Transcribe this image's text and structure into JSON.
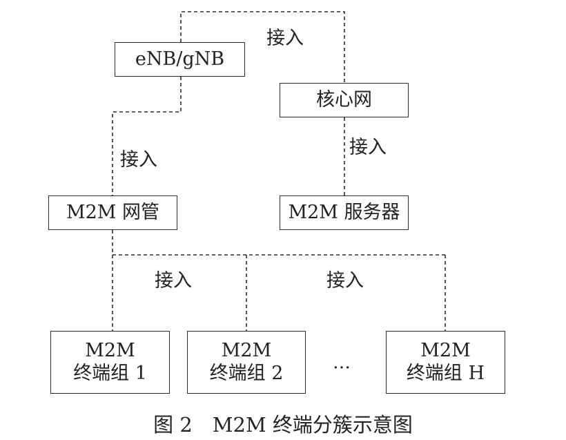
{
  "nodes": {
    "enb": "eNB/gNB",
    "core": "核心网",
    "gateway": "M2M 网管",
    "server": "M2M 服务器",
    "group1": {
      "line1": "M2M",
      "line2": "终端组 1"
    },
    "group2": {
      "line1": "M2M",
      "line2": "终端组 2"
    },
    "groupH": {
      "line1": "M2M",
      "line2": "终端组 H"
    }
  },
  "edge_labels": {
    "access_top": "接入",
    "access_core_server": "接入",
    "access_enb_gateway": "接入",
    "access_groups_left": "接入",
    "access_groups_right": "接入"
  },
  "ellipsis": "…",
  "caption": "图 2　M2M 终端分簇示意图",
  "colors": {
    "line": "#2a2a2a",
    "text": "#222222",
    "background": "#ffffff"
  }
}
